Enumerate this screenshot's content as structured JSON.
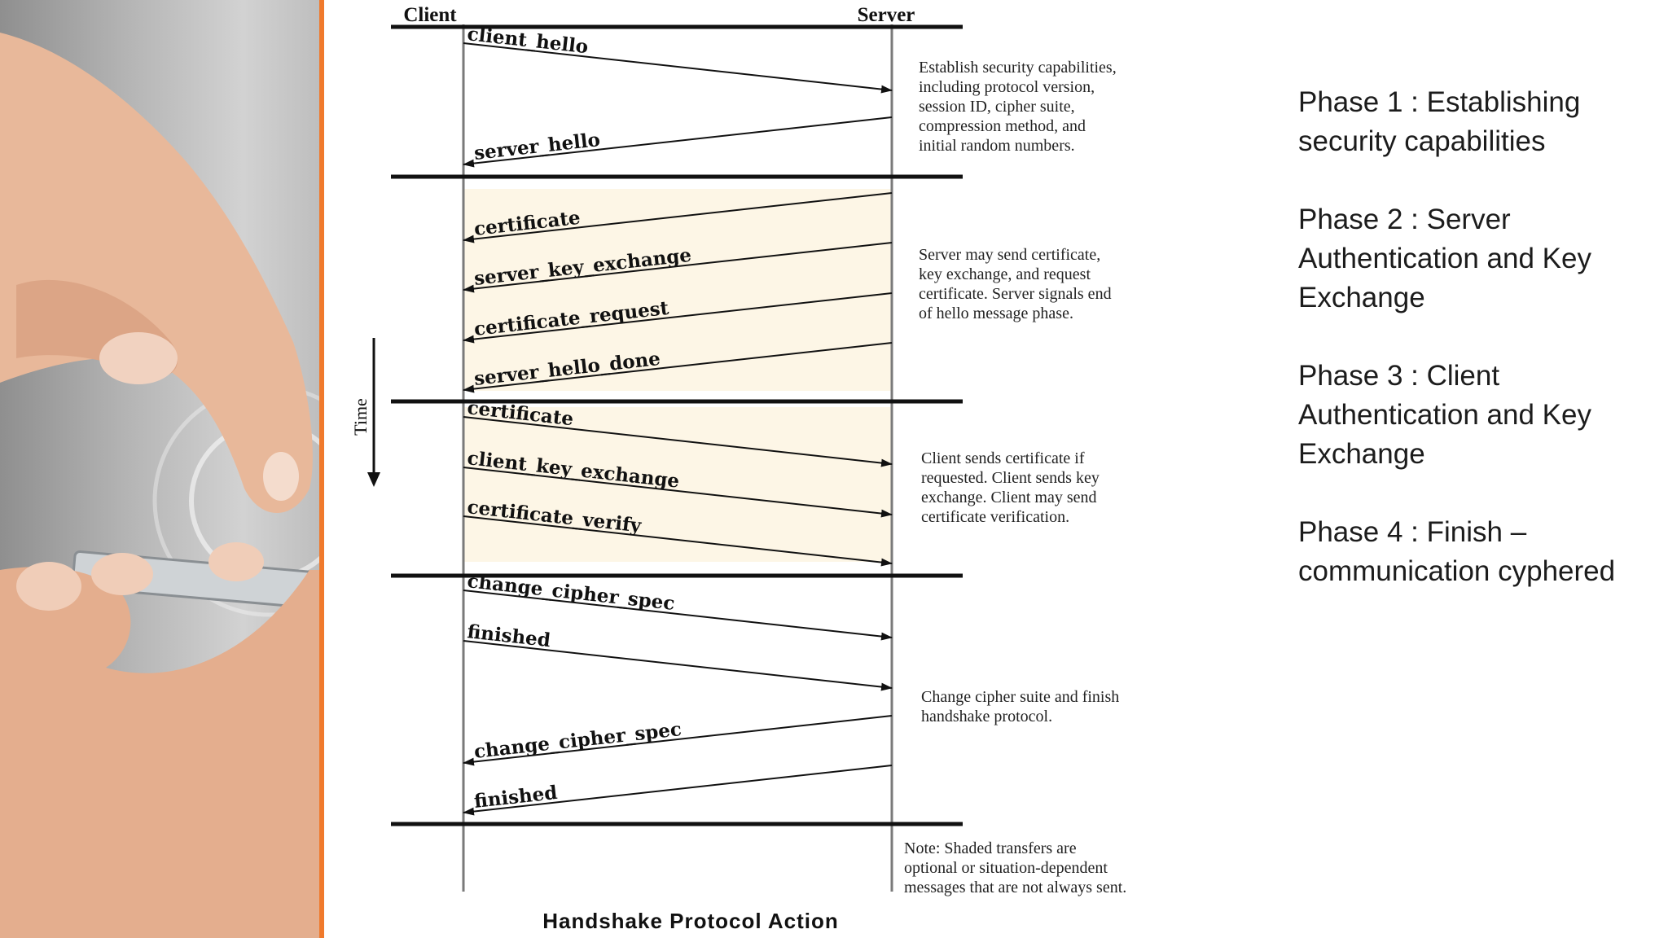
{
  "diagram": {
    "client_label": "Client",
    "server_label": "Server",
    "time_label": "Time",
    "caption": "Handshake Protocol Action",
    "messages": [
      {
        "text": "client_hello",
        "dir": "cs"
      },
      {
        "text": "server_hello",
        "dir": "sc"
      },
      {
        "text": "certificate",
        "dir": "sc"
      },
      {
        "text": "server_key_exchange",
        "dir": "sc"
      },
      {
        "text": "certificate_request",
        "dir": "sc"
      },
      {
        "text": "server_hello_done",
        "dir": "sc"
      },
      {
        "text": "certificate",
        "dir": "cs"
      },
      {
        "text": "client_key_exchange",
        "dir": "cs"
      },
      {
        "text": "certificate_verify",
        "dir": "cs"
      },
      {
        "text": "change_cipher_spec",
        "dir": "cs"
      },
      {
        "text": "finished",
        "dir": "cs"
      },
      {
        "text": "change_cipher_spec",
        "dir": "sc"
      },
      {
        "text": "finished",
        "dir": "sc"
      }
    ],
    "notes": [
      [
        "Establish security capabilities,",
        "including protocol version,",
        "session ID, cipher suite,",
        "compression method, and",
        "initial random numbers."
      ],
      [
        "Server may send certificate,",
        "key exchange, and request",
        "certificate. Server signals end",
        "of hello message phase."
      ],
      [
        "Client sends certificate if",
        "requested. Client sends key",
        "exchange. Client may send",
        "certificate verification."
      ],
      [
        "Change cipher suite and finish",
        "handshake protocol."
      ],
      [
        "Note: Shaded transfers are",
        "optional or situation-dependent",
        "messages that are not always sent."
      ]
    ]
  },
  "phases": [
    "Phase 1 : Establishing security capabilities",
    "Phase 2 : Server Authentication and Key Exchange",
    "Phase 3 : Client Authentication and Key Exchange",
    "Phase 4 : Finish – communication cyphered"
  ],
  "colors": {
    "shade": "#fdf6e6",
    "lifeline": "#7a7a7a",
    "accent": "#f07a2c"
  }
}
